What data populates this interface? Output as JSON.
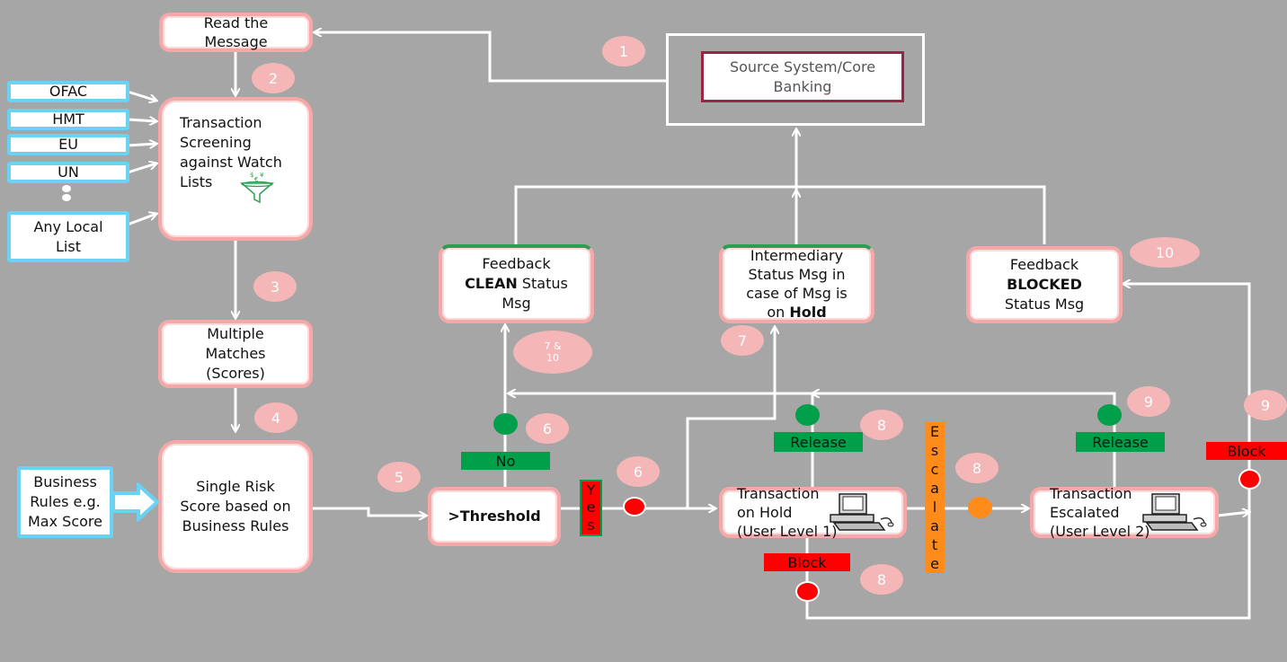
{
  "nodes": {
    "read_message": "Read the Message",
    "screening": "Transaction Screening against Watch Lists",
    "multiple_matches": "Multiple Matches (Scores)",
    "single_risk": "Single Risk Score based on Business Rules",
    "threshold": ">Threshold",
    "source_system": "Source System/Core Banking",
    "feedback_clean": {
      "l1": "Feedback",
      "bold": "CLEAN",
      "rest": "Status",
      "l3": "Msg"
    },
    "intermediary": {
      "l1": "Intermediary",
      "l2": "Status Msg in",
      "l3": "case of Msg is",
      "on": "on",
      "bold": "Hold"
    },
    "feedback_blocked": {
      "l1": "Feedback",
      "bold": "BLOCKED",
      "l3": "Status Msg"
    },
    "txn_hold": {
      "l1": "Transaction",
      "l2": "on Hold",
      "l3": "(User Level 1)"
    },
    "txn_escalated": {
      "l1": "Transaction",
      "l2": "Escalated",
      "l3": "(User Level 2)"
    }
  },
  "lists": {
    "ofac": "OFAC",
    "hmt": "HMT",
    "eu": "EU",
    "un": "UN",
    "any_local": "Any Local List",
    "business_rules": "Business Rules e.g. Max Score"
  },
  "labels": {
    "no": "No",
    "yes_letters": [
      "Y",
      "e",
      "s"
    ],
    "release_1": "Release",
    "release_2": "Release",
    "block_1": "Block",
    "block_2": "Block",
    "escalate_letters": [
      "E",
      "s",
      "c",
      "a",
      "l",
      "a",
      "t",
      "e"
    ]
  },
  "steps": {
    "s1": "1",
    "s2": "2",
    "s3": "3",
    "s4": "4",
    "s5": "5",
    "s6a": "6",
    "s6b": "6",
    "s7a": "7 & 10",
    "s7b": "7",
    "s8a": "8",
    "s8b": "8",
    "s8c": "8",
    "s9a": "9",
    "s9b": "9",
    "s10": "10"
  },
  "icons": {
    "screening": "funnel-filter-icon",
    "hold": "desktop-computer-icon",
    "escalated": "desktop-computer-icon"
  },
  "colors": {
    "background": "#a6a6a6",
    "box_border": "#f4a8a8",
    "list_border": "#6ad2f2",
    "green": "#00a04a",
    "red": "#ff0000",
    "orange": "#ff8c1a",
    "badge": "#f4b6b6",
    "source_border": "#9b2345"
  }
}
